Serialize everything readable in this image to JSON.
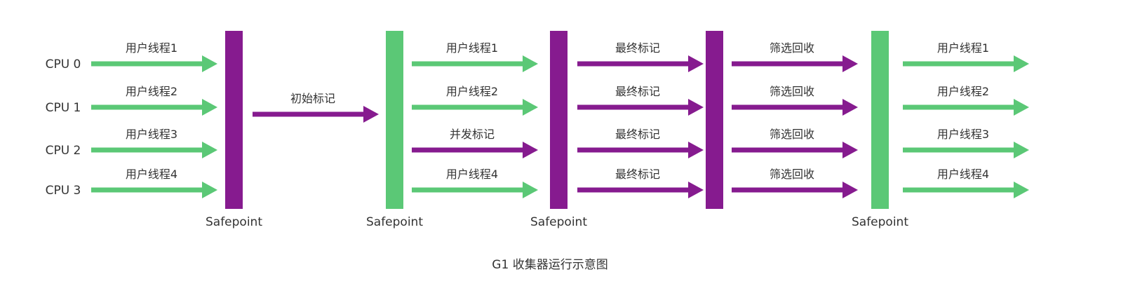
{
  "colors": {
    "running": "#5bc876",
    "gc": "#861b8f",
    "text": "#333333"
  },
  "cpus": [
    "CPU 0",
    "CPU 1",
    "CPU 2",
    "CPU 3"
  ],
  "caption": "G1 收集器运行示意图",
  "safepoint_label": "Safepoint",
  "stages": [
    {
      "name": "stage-user-1",
      "arrows": [
        {
          "label": "用户线程1",
          "phase": "running"
        },
        {
          "label": "用户线程2",
          "phase": "running"
        },
        {
          "label": "用户线程3",
          "phase": "running"
        },
        {
          "label": "用户线程4",
          "phase": "running"
        }
      ]
    },
    {
      "name": "stage-initial-mark",
      "arrows": [
        {
          "label": "初始标记",
          "phase": "gc"
        }
      ]
    },
    {
      "name": "stage-concurrent",
      "arrows": [
        {
          "label": "用户线程1",
          "phase": "running"
        },
        {
          "label": "用户线程2",
          "phase": "running"
        },
        {
          "label": "并发标记",
          "phase": "gc"
        },
        {
          "label": "用户线程4",
          "phase": "running"
        }
      ]
    },
    {
      "name": "stage-final-mark",
      "arrows": [
        {
          "label": "最终标记",
          "phase": "gc"
        },
        {
          "label": "最终标记",
          "phase": "gc"
        },
        {
          "label": "最终标记",
          "phase": "gc"
        },
        {
          "label": "最终标记",
          "phase": "gc"
        }
      ]
    },
    {
      "name": "stage-evacuation",
      "arrows": [
        {
          "label": "筛选回收",
          "phase": "gc"
        },
        {
          "label": "筛选回收",
          "phase": "gc"
        },
        {
          "label": "筛选回收",
          "phase": "gc"
        },
        {
          "label": "筛选回收",
          "phase": "gc"
        }
      ]
    },
    {
      "name": "stage-user-2",
      "arrows": [
        {
          "label": "用户线程1",
          "phase": "running"
        },
        {
          "label": "用户线程2",
          "phase": "running"
        },
        {
          "label": "用户线程3",
          "phase": "running"
        },
        {
          "label": "用户线程4",
          "phase": "running"
        }
      ]
    }
  ],
  "barriers": [
    {
      "phase": "gc",
      "safepoint": true
    },
    {
      "phase": "running",
      "safepoint": true
    },
    {
      "phase": "gc",
      "safepoint": true
    },
    {
      "phase": "gc",
      "safepoint": false
    },
    {
      "phase": "running",
      "safepoint": true
    }
  ]
}
